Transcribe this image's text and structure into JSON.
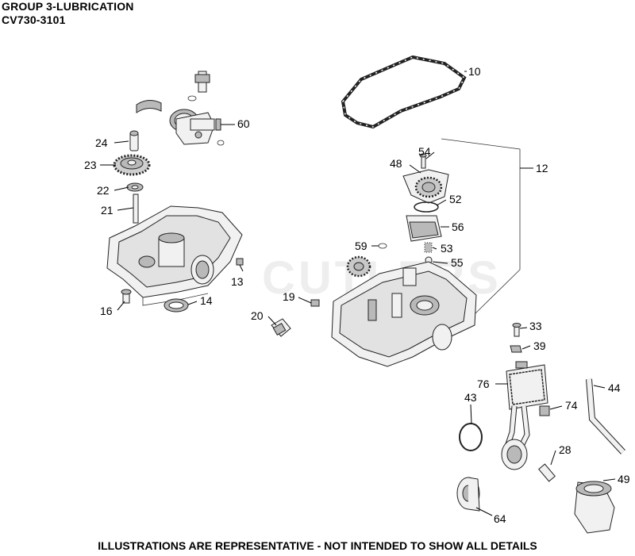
{
  "header": {
    "group_title": "GROUP 3-LUBRICATION",
    "model": "CV730-3101"
  },
  "watermark": "CUTLERS",
  "footer": {
    "note": "ILLUSTRATIONS ARE REPRESENTATIVE - NOT INTENDED TO SHOW ALL DETAILS"
  },
  "callouts": {
    "p10": "10",
    "p12": "12",
    "p13": "13",
    "p14": "14",
    "p16": "16",
    "p19": "19",
    "p20": "20",
    "p21": "21",
    "p22": "22",
    "p23": "23",
    "p24": "24",
    "p28": "28",
    "p33": "33",
    "p39": "39",
    "p43": "43",
    "p44": "44",
    "p48": "48",
    "p49": "49",
    "p52": "52",
    "p53": "53",
    "p54": "54",
    "p55": "55",
    "p56": "56",
    "p59": "59",
    "p60": "60",
    "p64": "64",
    "p74": "74",
    "p76": "76"
  }
}
